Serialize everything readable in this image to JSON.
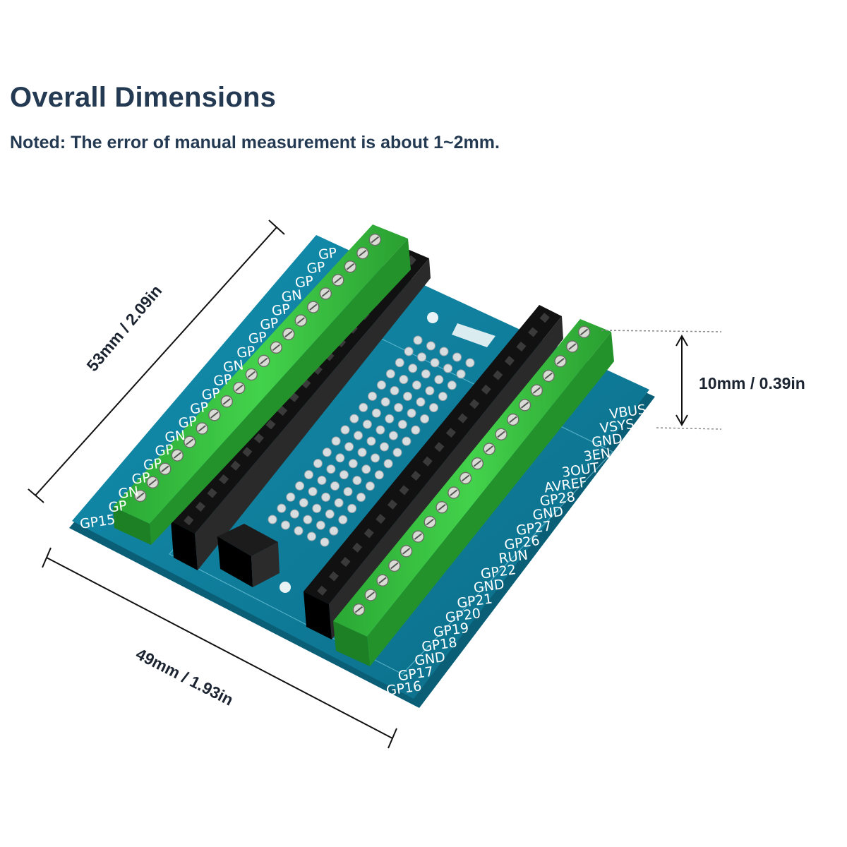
{
  "header": {
    "title": "Overall Dimensions",
    "note": "Noted: The error of manual measurement is about 1~2mm."
  },
  "dimensions": {
    "length": "53mm / 2.09in",
    "width": "49mm / 1.93in",
    "height": "10mm / 0.39in"
  },
  "pin_labels_right": [
    "VBUS",
    "VSYS",
    "GND",
    "3EN",
    "3OUT",
    "AVREF",
    "GP28",
    "GND",
    "GP27",
    "GP26",
    "RUN",
    "GP22",
    "GND",
    "GP21",
    "GP20",
    "GP19",
    "GP18",
    "GND",
    "GP17",
    "GP16"
  ],
  "pin_labels_left": [
    "GP15",
    "GP",
    "GN",
    "GP",
    "GP",
    "GP",
    "GN",
    "GP",
    "GP",
    "GP",
    "GP",
    "GN",
    "GP",
    "GP",
    "GP",
    "GP",
    "GN",
    "GP",
    "GP",
    "GP"
  ],
  "colors": {
    "pcb": "#0f7a98",
    "terminal": "#35c23e",
    "header": "#1a1a1a",
    "text": "#233a52"
  }
}
